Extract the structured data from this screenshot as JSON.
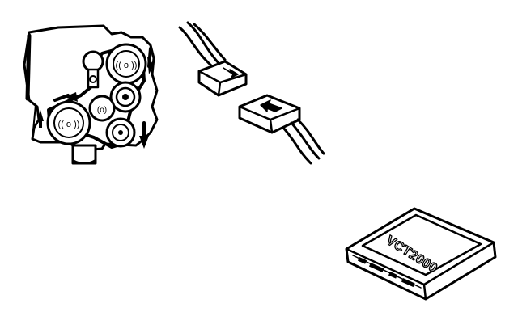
{
  "illustrations": [
    {
      "name": "engine-belt-routing",
      "icon": "belt-pulley-diagram-icon"
    },
    {
      "name": "connector-plug-pair",
      "icon": "wire-connector-icon"
    },
    {
      "name": "tool-cartridge",
      "icon": "cartridge-icon"
    }
  ],
  "cartridge": {
    "label": "VCT2000"
  },
  "colors": {
    "ink": "#000000",
    "paper": "#ffffff"
  }
}
